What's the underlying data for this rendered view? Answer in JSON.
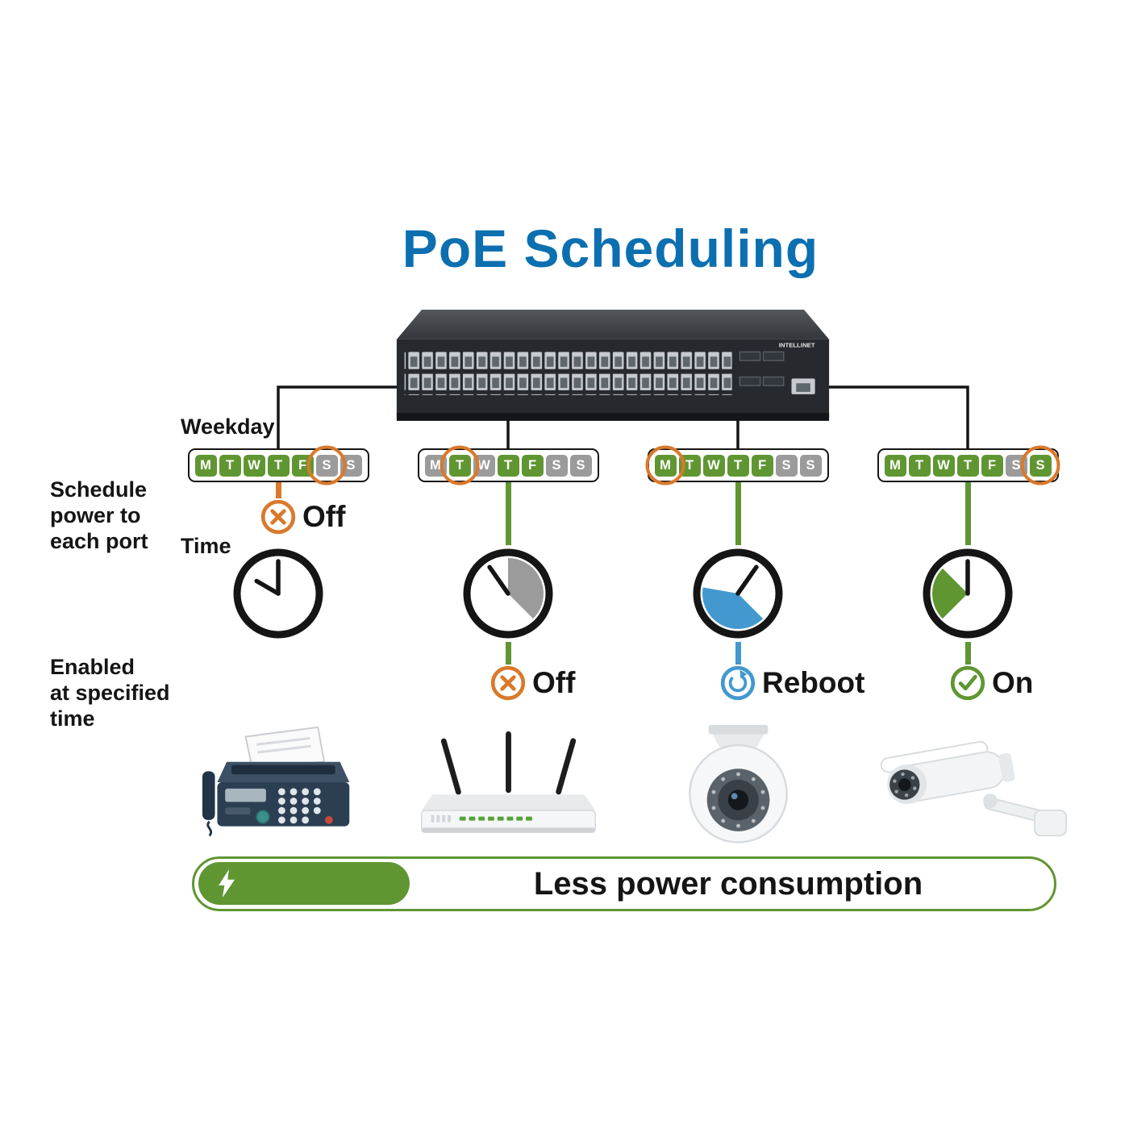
{
  "title": "PoE Scheduling",
  "side_labels": {
    "weekday": "Weekday",
    "schedule": "Schedule\npower to\neach port",
    "time": "Time",
    "enabled": "Enabled\nat specified\ntime"
  },
  "switch": {
    "brand": "INTELLINET"
  },
  "footer": {
    "text": "Less power consumption",
    "icon": "lightning"
  },
  "colors": {
    "green": "#5f9632",
    "gray": "#9b9b9b",
    "orange": "#d9792b",
    "blue": "#4398cf",
    "title": "#0b6fb0",
    "ink": "#151515"
  },
  "branches": [
    {
      "name": "saturday-off",
      "days": [
        [
          "M",
          "on"
        ],
        [
          "T",
          "on"
        ],
        [
          "W",
          "on"
        ],
        [
          "T",
          "on"
        ],
        [
          "F",
          "on"
        ],
        [
          "S",
          "off"
        ],
        [
          "S",
          "off"
        ]
      ],
      "circled_day": 5,
      "line_color": "orange",
      "action": {
        "label": "Off",
        "icon": "x",
        "color": "orange",
        "placement": "above-clock"
      },
      "clock": {
        "wedge": null,
        "hands_deg": [
          0,
          300
        ]
      },
      "device": "fax-machine"
    },
    {
      "name": "tuesday-off-at-time",
      "days": [
        [
          "M",
          "off"
        ],
        [
          "T",
          "on"
        ],
        [
          "W",
          "off"
        ],
        [
          "T",
          "on"
        ],
        [
          "F",
          "on"
        ],
        [
          "S",
          "off"
        ],
        [
          "S",
          "off"
        ]
      ],
      "circled_day": 1,
      "line_color": "green",
      "action": {
        "label": "Off",
        "icon": "x",
        "color": "orange",
        "placement": "below-clock"
      },
      "clock": {
        "wedge": {
          "color": "gray",
          "start_deg": 0,
          "end_deg": 135
        },
        "hands_deg": [
          325
        ]
      },
      "device": "wireless-router"
    },
    {
      "name": "monday-reboot-at-time",
      "days": [
        [
          "M",
          "on"
        ],
        [
          "T",
          "on"
        ],
        [
          "W",
          "on"
        ],
        [
          "T",
          "on"
        ],
        [
          "F",
          "on"
        ],
        [
          "S",
          "off"
        ],
        [
          "S",
          "off"
        ]
      ],
      "circled_day": 0,
      "line_color": "green",
      "bottom_line_color": "blue",
      "action": {
        "label": "Reboot",
        "icon": "reboot",
        "color": "blue",
        "placement": "below-clock"
      },
      "clock": {
        "wedge": {
          "color": "blue",
          "start_deg": 135,
          "end_deg": 280
        },
        "hands_deg": [
          35
        ]
      },
      "device": "dome-camera"
    },
    {
      "name": "sunday-on-at-time",
      "days": [
        [
          "M",
          "on"
        ],
        [
          "T",
          "on"
        ],
        [
          "W",
          "on"
        ],
        [
          "T",
          "on"
        ],
        [
          "F",
          "on"
        ],
        [
          "S",
          "off"
        ],
        [
          "S",
          "on"
        ]
      ],
      "circled_day": 6,
      "line_color": "green",
      "action": {
        "label": "On",
        "icon": "check",
        "color": "green",
        "placement": "below-clock"
      },
      "clock": {
        "wedge": {
          "color": "green",
          "start_deg": 225,
          "end_deg": 315
        },
        "hands_deg": [
          0
        ]
      },
      "device": "bullet-camera"
    }
  ]
}
